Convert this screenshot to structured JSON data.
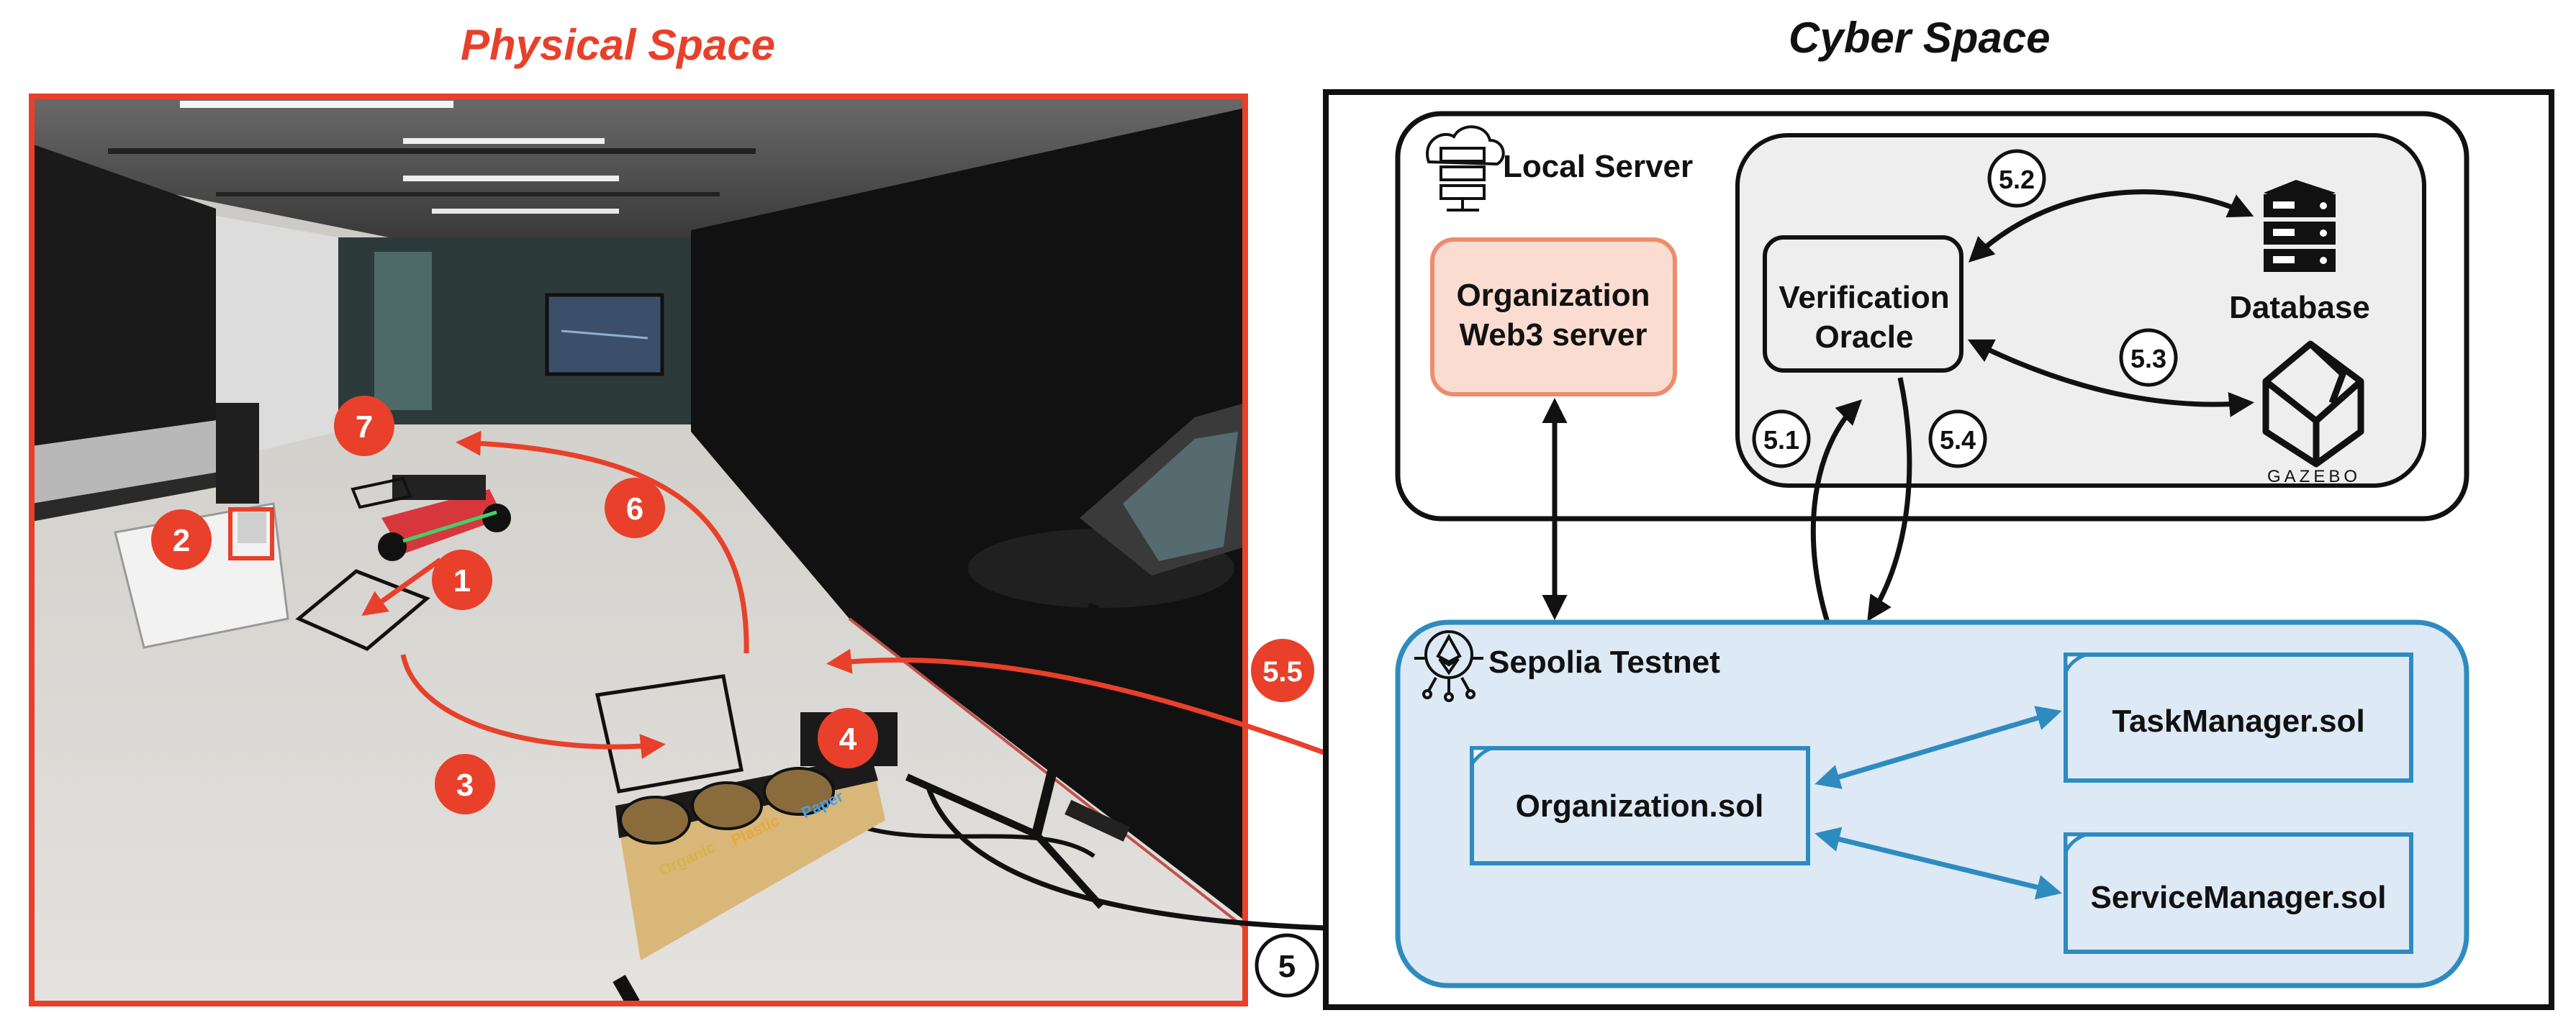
{
  "physical": {
    "title": "Physical Space",
    "steps": [
      "1",
      "2",
      "3",
      "4",
      "5.5",
      "6",
      "7"
    ],
    "bin_labels": [
      "Organic",
      "Plastic",
      "Paper"
    ]
  },
  "cyber": {
    "title": "Cyber Space",
    "local_server": {
      "label": "Local Server",
      "web3_server": [
        "Organization",
        "Web3 server"
      ],
      "oracle": [
        "Verification",
        "Oracle"
      ],
      "database_label": "Database",
      "gazebo_label": "GAZEBO",
      "steps": [
        "5.1",
        "5.2",
        "5.3",
        "5.4"
      ]
    },
    "testnet": {
      "label": "Sepolia Testnet",
      "contracts": [
        "Organization.sol",
        "TaskManager.sol",
        "ServiceManager.sol"
      ]
    },
    "step_5": "5"
  },
  "colors": {
    "accent_red": "#e8402a",
    "contract_blue": "#2e8bc0",
    "testnet_fill": "#dde9f5",
    "server_fill": "#fbdcd0",
    "server_border": "#ee8c6e",
    "inner_fill": "#eeeeee"
  }
}
